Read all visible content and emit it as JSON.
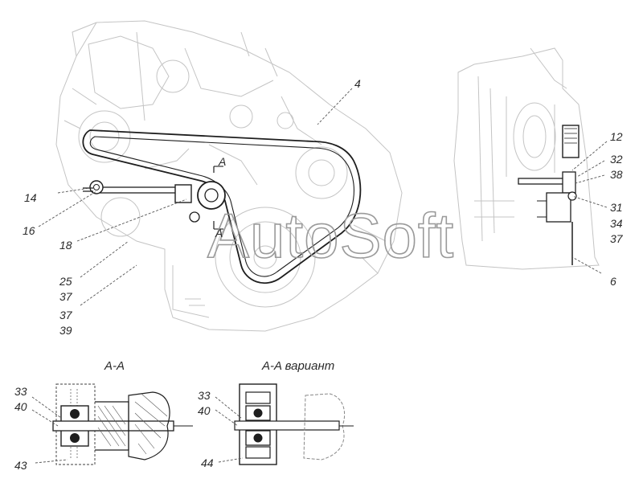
{
  "watermark": "AutoSoft",
  "callouts": {
    "c4": "4",
    "c12": "12",
    "c14": "14",
    "c16": "16",
    "c18": "18",
    "c25": "25",
    "c37a": "37",
    "c37b": "37",
    "c39": "39",
    "c32": "32",
    "c38": "38",
    "c31": "31",
    "c34": "34",
    "c37c": "37",
    "c6": "6",
    "c33a": "33",
    "c40a": "40",
    "c43": "43",
    "c33b": "33",
    "c40b": "40",
    "c44": "44"
  },
  "section_marks": {
    "top": "A",
    "bottom": "A"
  },
  "section_titles": {
    "left": "A-A",
    "right": "A-A вариант"
  }
}
